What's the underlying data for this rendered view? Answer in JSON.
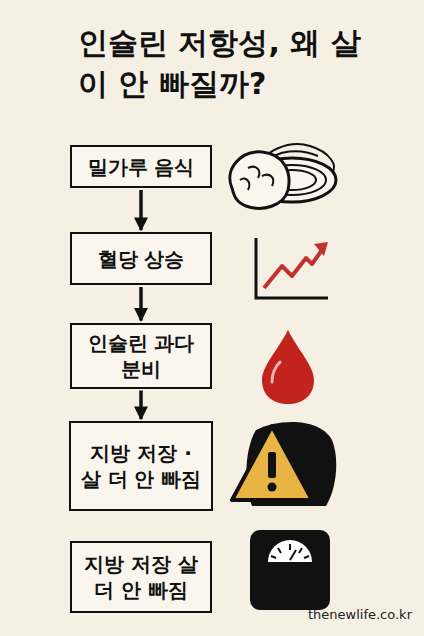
{
  "diagram": {
    "title": "인슐린 저항성, 왜 살이 안 빠질까?",
    "nodes": [
      {
        "text": [
          "밀가루 음식"
        ]
      },
      {
        "text": [
          "혈당 상승"
        ]
      },
      {
        "text": [
          "인슐린 과다 분비"
        ]
      },
      {
        "text": [
          "지방 저장 · 살 더 안 빠짐"
        ]
      },
      {
        "text": [
          "지방 저장 살 더 안 빠짐"
        ]
      }
    ],
    "edges": [
      {
        "from": 0,
        "to": 1,
        "arrow": "to"
      },
      {
        "from": 1,
        "to": 2,
        "arrow": "to"
      },
      {
        "from": 2,
        "to": 3,
        "arrow": "to"
      }
    ],
    "labels": [
      "thenewlife.co.kr"
    ]
  }
}
